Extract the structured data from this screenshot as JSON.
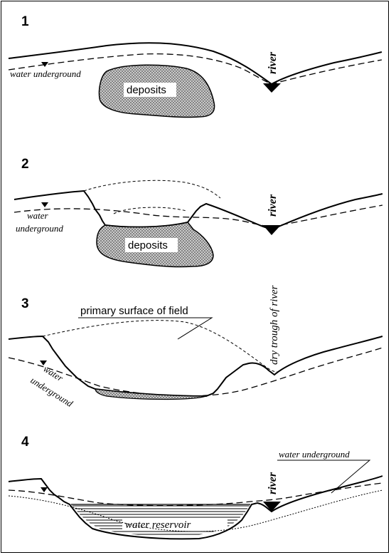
{
  "panels": [
    {
      "number": "1",
      "labels": {
        "water": "water underground",
        "deposits": "deposits",
        "river": "river"
      }
    },
    {
      "number": "2",
      "labels": {
        "water_line1": "water",
        "water_line2": "underground",
        "deposits": "deposits",
        "river": "river"
      }
    },
    {
      "number": "3",
      "labels": {
        "primary": "primary surface of field",
        "dry": "dry trough of river",
        "water_line1": "water",
        "water_line2": "underground"
      }
    },
    {
      "number": "4",
      "labels": {
        "water": "water underground",
        "reservoir": "water reservoir",
        "river": "river"
      }
    }
  ],
  "colors": {
    "line": "#000000",
    "deposit_fill": "#bdbdbd",
    "background": "#ffffff"
  }
}
